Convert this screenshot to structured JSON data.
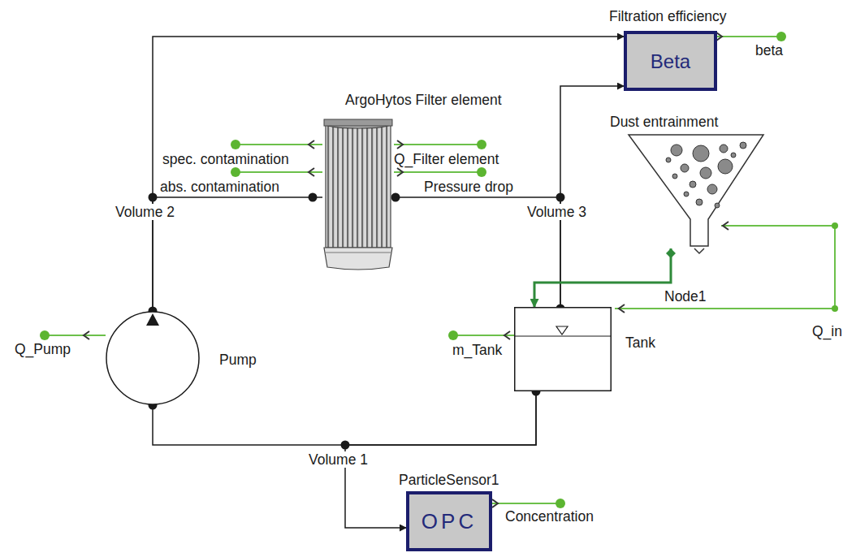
{
  "diagram": {
    "nodes": [
      {
        "text": [
          "Filtration efficiency",
          "Beta"
        ]
      },
      {
        "text": [
          "ArgoHytos Filter element"
        ]
      },
      {
        "text": [
          "Dust entrainment"
        ]
      },
      {
        "text": [
          "Pump"
        ]
      },
      {
        "text": [
          "Tank"
        ]
      },
      {
        "text": [
          "ParticleSensor1",
          "OPC"
        ]
      }
    ],
    "edges": [
      {
        "from": 3,
        "to": 1,
        "arrow": "none"
      },
      {
        "from": 3,
        "to": 0,
        "arrow": "to"
      },
      {
        "from": 1,
        "to": 4,
        "arrow": "none"
      },
      {
        "from": 4,
        "to": 0,
        "arrow": "to"
      },
      {
        "from": 4,
        "to": 3,
        "arrow": "none"
      },
      {
        "from": 4,
        "to": 5,
        "arrow": "to"
      },
      {
        "from": 2,
        "to": 4,
        "arrow": "to"
      }
    ],
    "labels": [
      "beta",
      "spec. contamination",
      "abs. contamination",
      "Q_Filter element",
      "Pressure drop",
      "Volume 2",
      "Volume 3",
      "Node1",
      "Q_in",
      "Q_Pump",
      "m_Tank",
      "Volume 1",
      "Concentration"
    ]
  }
}
